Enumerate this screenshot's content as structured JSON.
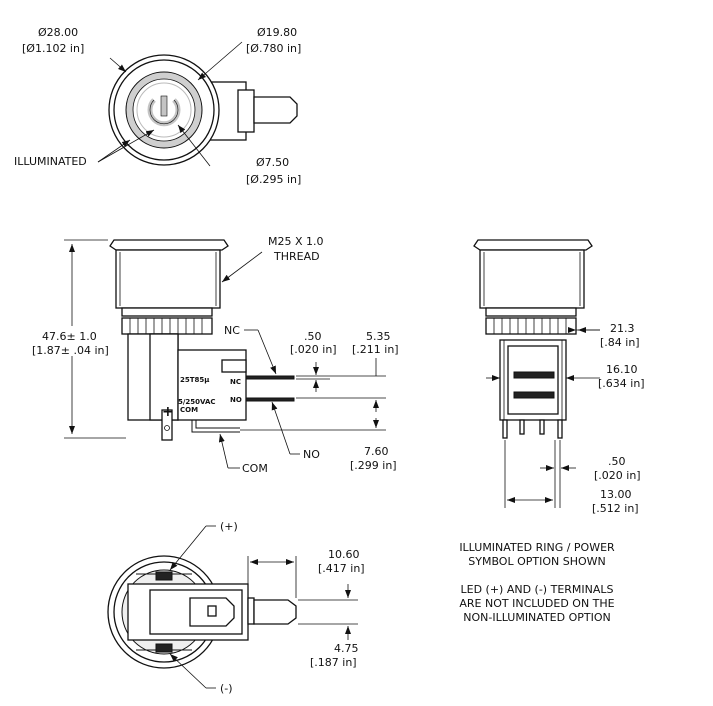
{
  "top_view": {
    "outer_diameter": {
      "mm": "Ø28.00",
      "in": "[Ø1.102 in]"
    },
    "ring_diameter": {
      "mm": "Ø19.80",
      "in": "[Ø.780 in]"
    },
    "symbol_diameter": {
      "mm": "Ø7.50",
      "in": "[Ø.295 in]"
    },
    "illuminated_label": "ILLUMINATED"
  },
  "side_view": {
    "thread_label_1": "M25 X 1.0",
    "thread_label_2": "THREAD",
    "height": {
      "mm": "47.6± 1.0",
      "in": "[1.87± .04 in]"
    },
    "nc_label": "NC",
    "no_label": "NO",
    "com_label": "COM",
    "terminal_thickness": {
      "mm": ".50",
      "in": "[.020 in]"
    },
    "terminal_length": {
      "mm": "5.35",
      "in": "[.211 in]"
    },
    "terminal_spacing": {
      "mm": "7.60",
      "in": "[.299 in]"
    },
    "plus_sign": "+",
    "switch_text_1": "25T85µ",
    "switch_text_2": "5/250VAC",
    "switch_text_3": "COM",
    "switch_text_4": "NC",
    "switch_text_5": "NO"
  },
  "front_view": {
    "collar_width": {
      "mm": "21.3",
      "in": "[.84 in]"
    },
    "body_width": {
      "mm": "16.10",
      "in": "[.634 in]"
    },
    "terminal_thickness": {
      "mm": ".50",
      "in": "[.020 in]"
    },
    "terminal_span": {
      "mm": "13.00",
      "in": "[.512 in]"
    }
  },
  "bottom_view": {
    "plus_label": "(+)",
    "minus_label": "(-)",
    "terminal_reach": {
      "mm": "10.60",
      "in": "[.417 in]"
    },
    "terminal_width": {
      "mm": "4.75",
      "in": "[.187 in]"
    }
  },
  "notes": {
    "line_1": "ILLUMINATED RING / POWER",
    "line_2": "SYMBOL OPTION SHOWN",
    "line_3": "LED (+) AND (-) TERMINALS",
    "line_4": "ARE NOT INCLUDED ON THE",
    "line_5": "NON-ILLUMINATED OPTION"
  }
}
